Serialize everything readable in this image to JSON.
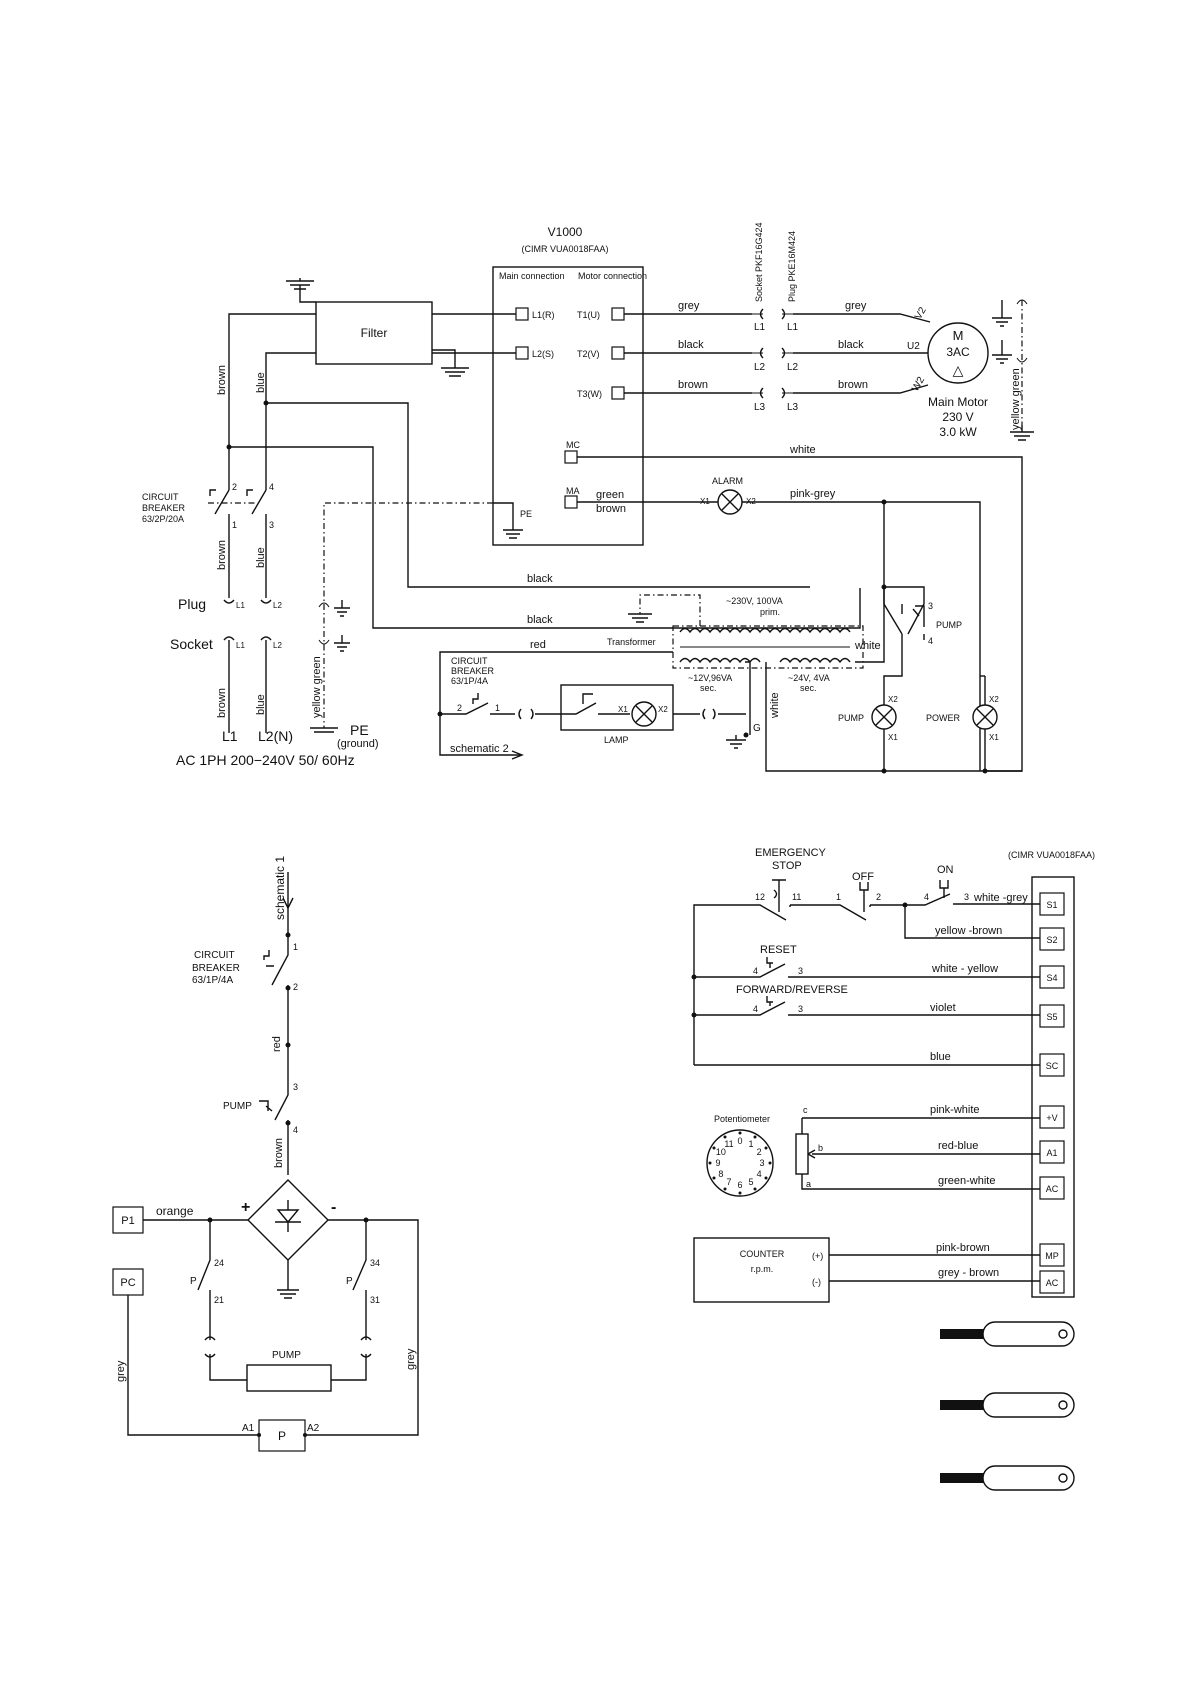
{
  "inverter": {
    "title": "V1000",
    "model": "(CIMR VUA0018FAA)",
    "main_connection": "Main connection",
    "motor_connection": "Motor connection"
  },
  "terminals": {
    "l1r": "L1(R)",
    "l2s": "L2(S)",
    "t1": "T1(U)",
    "t2": "T2(V)",
    "t3": "T3(W)",
    "mc": "MC",
    "ma": "MA",
    "pe": "PE"
  },
  "filter": {
    "label": "Filter"
  },
  "connector": {
    "socket": "Socket PKF16G424",
    "plug": "Plug PKE16M424",
    "l1": "L1",
    "l2": "L2",
    "l3": "L3"
  },
  "wires": {
    "grey": "grey",
    "black": "black",
    "brown": "brown",
    "blue": "blue",
    "white": "white",
    "green": "green",
    "pink_grey": "pink-grey",
    "red": "red",
    "yellow_green": "yellow green",
    "orange": "orange"
  },
  "motor": {
    "m": "M",
    "ac": "3AC",
    "delta": "△",
    "v2": "V2",
    "u2": "U2",
    "w2": "W2",
    "title": "Main Motor",
    "voltage": "230 V",
    "power": "3.0 kW"
  },
  "alarm": {
    "label": "ALARM",
    "x1": "X1",
    "x2": "X2"
  },
  "breaker_main": {
    "l1": "CIRCUIT",
    "l2": "BREAKER",
    "l3": "63/2P/20A",
    "t1": "1",
    "t2": "2",
    "t3": "3",
    "t4": "4"
  },
  "plug_socket": {
    "plug": "Plug",
    "socket": "Socket",
    "l1": "L1",
    "l2": "L2"
  },
  "supply": {
    "l1": "L1",
    "l2": "L2(N)",
    "pe": "PE",
    "ground": "(ground)",
    "spec": "AC 1PH  200−240V  50/ 60Hz"
  },
  "transformer": {
    "label": "Transformer",
    "prim": "~230V, 100VA",
    "prim2": "prim.",
    "sec1": "~12V,96VA",
    "sec1b": "sec.",
    "sec2": "~24V, 4VA",
    "sec2b": "sec.",
    "g": "G"
  },
  "pump_switch": {
    "label": "PUMP",
    "n3": "3",
    "n4": "4"
  },
  "lamps": {
    "pump": "PUMP",
    "power": "POWER",
    "x1": "X1",
    "x2": "X2"
  },
  "breaker_small": {
    "l1": "CIRCUIT",
    "l2": "BREAKER",
    "l3": "63/1P/4A",
    "n1": "1",
    "n2": "2"
  },
  "lamp": {
    "label": "LAMP",
    "x1": "X1",
    "x2": "X2"
  },
  "schematic": {
    "to2": "schematic 2",
    "from1": "schematic 1"
  },
  "s2_breaker": {
    "l1": "CIRCUIT",
    "l2": "BREAKER",
    "l3": "63/1P/4A",
    "n1": "1",
    "n2": "2",
    "n3": "3",
    "n4": "4"
  },
  "s2_pump": {
    "label": "PUMP"
  },
  "rectifier": {
    "plus": "+",
    "minus": "-"
  },
  "p_contacts": {
    "p": "P",
    "n24": "24",
    "n21": "21",
    "n34": "34",
    "n31": "31",
    "pump": "PUMP"
  },
  "p_boxes": {
    "p1": "P1",
    "pc": "PC",
    "p": "P",
    "a1": "A1",
    "a2": "A2"
  },
  "control": {
    "model": "(CIMR VUA0018FAA)",
    "estop": "EMERGENCY",
    "estop2": "STOP",
    "off": "OFF",
    "on": "ON",
    "n12": "12",
    "n11": "11",
    "n1": "1",
    "n2": "2",
    "n4": "4",
    "n3": "3",
    "reset": "RESET",
    "fwd": "FORWARD/REVERSE",
    "w_white_grey": "white -grey",
    "w_yellow_brown": "yellow -brown",
    "w_white_yellow": "white - yellow",
    "w_violet": "violet",
    "w_blue": "blue",
    "w_pink_white": "pink-white",
    "w_red_blue": "red-blue",
    "w_green_white": "green-white",
    "w_pink_brown": "pink-brown",
    "w_grey_brown": "grey - brown",
    "t_s1": "S1",
    "t_s2": "S2",
    "t_s4": "S4",
    "t_s5": "S5",
    "t_sc": "SC",
    "t_v": "+V",
    "t_a1": "A1",
    "t_ac": "AC",
    "t_mp": "MP",
    "t_ac2": "AC",
    "pot": "Potentiometer",
    "pot_c": "c",
    "pot_b": "b",
    "pot_a": "a",
    "dial": [
      "0",
      "1",
      "2",
      "3",
      "4",
      "5",
      "6",
      "7",
      "8",
      "9",
      "10",
      "11"
    ],
    "counter": "COUNTER",
    "rpm": "r.p.m.",
    "cplus": "(+)",
    "cminus": "(-)"
  }
}
